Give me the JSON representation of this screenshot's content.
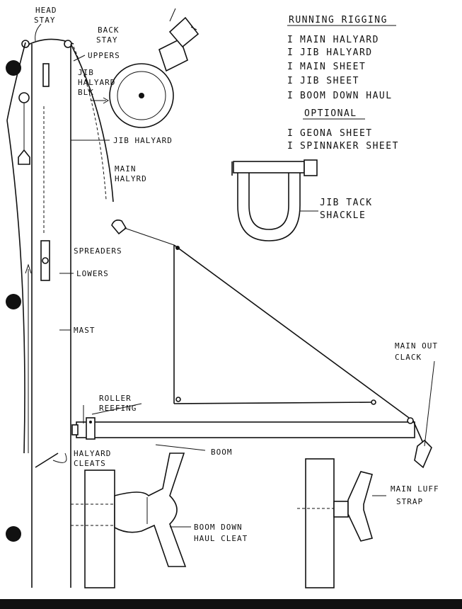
{
  "labels": {
    "head_stay": [
      "HEAD",
      "STAY"
    ],
    "back_stay": [
      "BACK",
      "STAY"
    ],
    "uppers": "UPPERS",
    "jib_halyard_blk": [
      "JIB",
      "HALYARD",
      "BLK"
    ],
    "jib_halyard": "JIB HALYARD",
    "main_halyard": [
      "MAIN",
      "HALYRD"
    ],
    "spreaders": "SPREADERS",
    "lowers": "LOWERS",
    "mast": "MAST",
    "roller_reefing": [
      "ROLLER",
      "REEFING"
    ],
    "boom": "BOOM",
    "halyard_cleats": [
      "HALYARD",
      "CLEATS"
    ],
    "boom_down_haul_cleat": [
      "BOOM DOWN",
      "HAUL CLEAT"
    ],
    "jib_tack_shackle": [
      "JIB TACK",
      "SHACKLE"
    ],
    "main_out_haul_clack": [
      "MAIN OUT",
      "CLACK"
    ],
    "main_luff_strap": [
      "MAIN LUFF",
      "STRAP"
    ]
  },
  "running_rigging": {
    "title": "RUNNING RIGGING",
    "items": [
      {
        "marker": "I",
        "label": "MAIN HALYARD"
      },
      {
        "marker": "I",
        "label": "JIB HALYARD"
      },
      {
        "marker": "I",
        "label": "MAIN SHEET"
      },
      {
        "marker": "I",
        "label": "JIB SHEET"
      },
      {
        "marker": "I",
        "label": "BOOM DOWN HAUL"
      }
    ],
    "optional_title": "OPTIONAL",
    "optional_items": [
      {
        "marker": "I",
        "label": "GEONA SHEET"
      },
      {
        "marker": "I",
        "label": "SPINNAKER SHEET"
      }
    ]
  }
}
